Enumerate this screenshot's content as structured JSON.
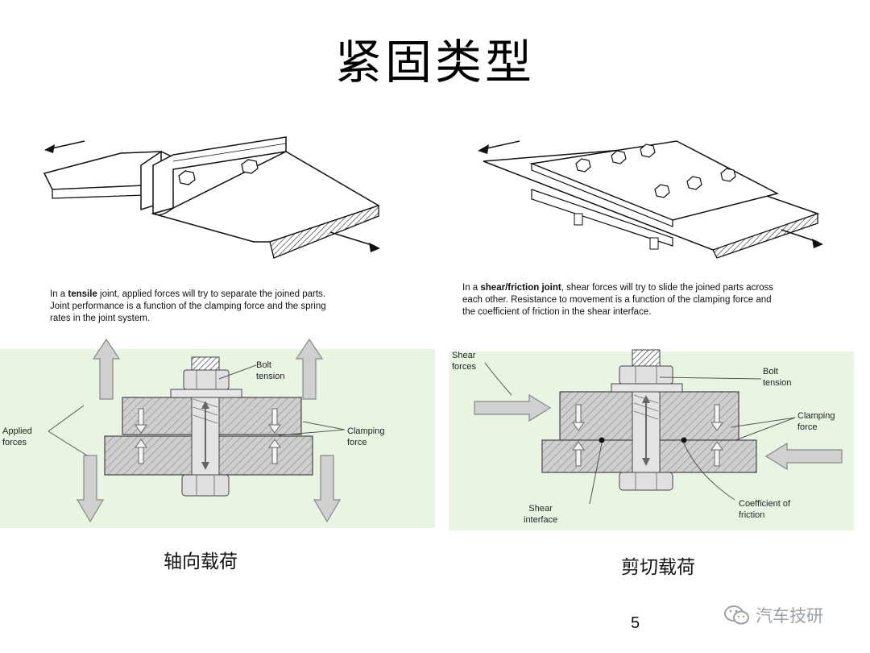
{
  "title": "紧固类型",
  "tensile": {
    "caption_pre": "In a ",
    "caption_bold": "tensile",
    "caption_post": " joint, applied forces will try to separate the joined parts.",
    "caption_line2": "Joint performance is a function of the clamping force and the spring",
    "caption_line3": "rates in the joint system.",
    "labels": {
      "bolt_tension_1": "Bolt",
      "bolt_tension_2": "tension",
      "applied_forces_1": "Applied",
      "applied_forces_2": "forces",
      "clamping_force_1": "Clamping",
      "clamping_force_2": "force"
    },
    "section_caption": "轴向载荷"
  },
  "shear": {
    "caption_pre": "In a ",
    "caption_bold": "shear/friction joint",
    "caption_post": ", shear forces will try to slide the joined parts across",
    "caption_line2": "each other.  Resistance to movement is a function of the clamping force and",
    "caption_line3": "the coefficient of friction in the shear interface.",
    "labels": {
      "shear_forces_1": "Shear",
      "shear_forces_2": "forces",
      "bolt_tension_1": "Bolt",
      "bolt_tension_2": "tension",
      "clamping_force_1": "Clamping",
      "clamping_force_2": "force",
      "shear_interface_1": "Shear",
      "shear_interface_2": "interface",
      "coef_friction_1": "Coefficient of",
      "coef_friction_2": "friction"
    },
    "section_caption": "剪切载荷"
  },
  "page_number": "5",
  "watermark": "汽车技研",
  "colors": {
    "panel_bg": "#e8f5e3",
    "plate_fill": "#c8c8c8",
    "bolt_fill": "#d6d6d6",
    "arrow_fill": "#d0d0d0",
    "stroke": "#333333"
  }
}
